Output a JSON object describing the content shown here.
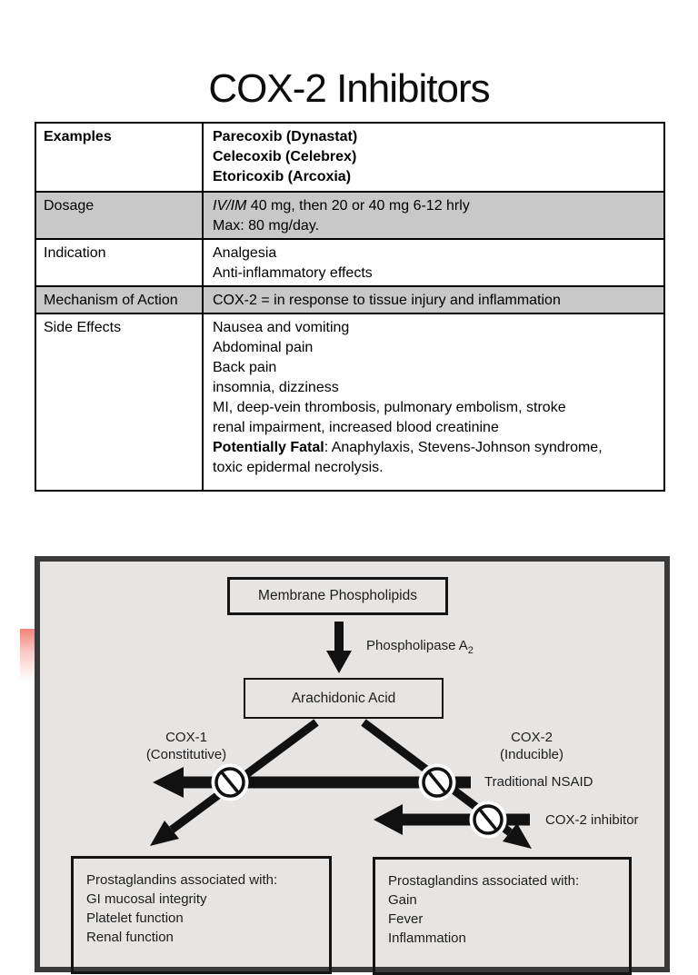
{
  "page": {
    "title": "COX-2 Inhibitors"
  },
  "colors": {
    "row_shading": "#c8c8c8",
    "diagram_background": "#e6e5e3",
    "diagram_frame": "#3a3a3a",
    "highlight_smudge": "#f26e64",
    "text": "#000000"
  },
  "table": {
    "rows": [
      {
        "label": "Examples",
        "lines": [
          [
            {
              "t": "Parecoxib (Dynastat)",
              "b": true
            }
          ],
          [
            {
              "t": "Celecoxib (Celebrex)",
              "b": true
            }
          ],
          [
            {
              "t": "Etoricoxib (Arcoxia)",
              "b": true
            }
          ]
        ]
      },
      {
        "label": "Dosage",
        "lines": [
          [
            {
              "t": "IV/IM",
              "i": true
            },
            {
              "t": " 40 mg, then 20 or 40 mg 6-12 hrly"
            }
          ],
          [
            {
              "t": "Max: 80 mg/day."
            }
          ]
        ]
      },
      {
        "label": "Indication",
        "lines": [
          [
            {
              "t": "Analgesia"
            }
          ],
          [
            {
              "t": "Anti-inflammatory effects"
            }
          ]
        ]
      },
      {
        "label": "Mechanism of Action",
        "lines": [
          [
            {
              "t": "COX-2 = in response to tissue injury and inflammation"
            }
          ]
        ]
      },
      {
        "label": "Side Effects",
        "lines": [
          [
            {
              "t": "Nausea and vomiting"
            }
          ],
          [
            {
              "t": "Abdominal pain"
            }
          ],
          [
            {
              "t": "Back pain"
            }
          ],
          [
            {
              "t": "insomnia, dizziness"
            }
          ],
          [
            {
              "t": "MI, deep-vein thrombosis, pulmonary embolism, stroke"
            }
          ],
          [
            {
              "t": "renal impairment, increased blood creatinine"
            }
          ],
          [
            {
              "t": "Potentially Fatal",
              "b": true
            },
            {
              "t": ": Anaphylaxis, Stevens-Johnson syndrome,"
            }
          ],
          [
            {
              "t": "toxic epidermal necrolysis."
            }
          ]
        ]
      }
    ]
  },
  "diagram": {
    "membrane_box": "Membrane Phospholipids",
    "enzyme_label": "Phospholipase A",
    "enzyme_sub": "2",
    "arachidonic_box": "Arachidonic Acid",
    "cox1": {
      "line1": "COX-1",
      "line2": "(Constitutive)"
    },
    "cox2": {
      "line1": "COX-2",
      "line2": "(Inducible)"
    },
    "nsaid_label": "Traditional NSAID",
    "inhibitor_label": "COX-2 inhibitor",
    "left_box": {
      "lines": {
        "0": "Prostaglandins associated with:",
        "1": "GI mucosal integrity",
        "2": "Platelet function",
        "3": "Renal function"
      }
    },
    "right_box": {
      "lines": {
        "0": "Prostaglandins associated with:",
        "1": "Gain",
        "2": "Fever",
        "3": "Inflammation"
      }
    }
  }
}
